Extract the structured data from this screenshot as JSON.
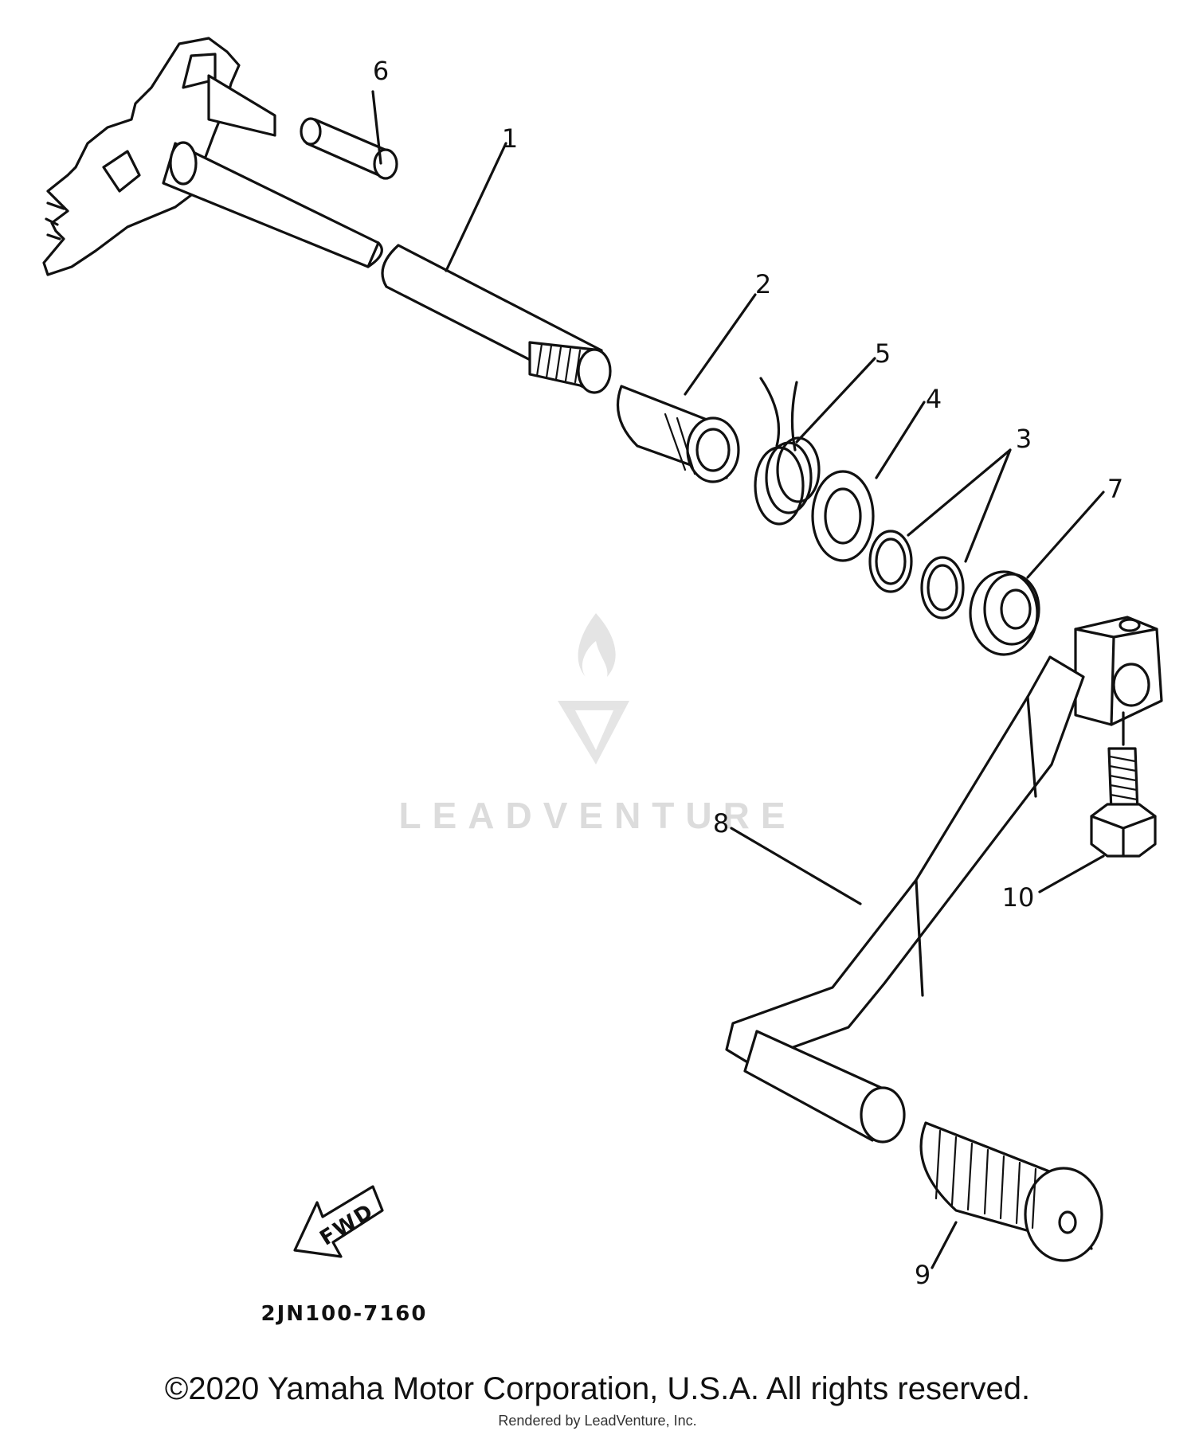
{
  "diagram": {
    "callouts": {
      "p1": "1",
      "p2": "2",
      "p3": "3",
      "p4": "4",
      "p5": "5",
      "p6": "6",
      "p7": "7",
      "p8": "8",
      "p9": "9",
      "p10": "10"
    },
    "fwd_label": "FWD",
    "diagram_code": "2JN100-7160"
  },
  "watermark": {
    "text": "LEADVENTURE",
    "color": "#dcdcdc"
  },
  "footer": {
    "copyright": "©2020 Yamaha Motor Corporation, U.S.A. All rights reserved.",
    "rendered_by": "Rendered by LeadVenture, Inc."
  }
}
